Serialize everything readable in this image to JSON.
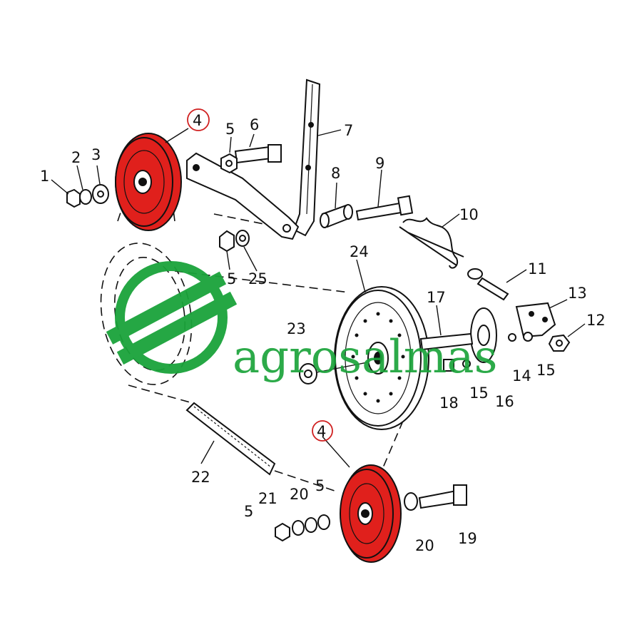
{
  "colors": {
    "highlight": "#e0201c",
    "ink": "#111111",
    "watermark": "#1aa33a",
    "marker_ring": "#d02020"
  },
  "watermark": {
    "text": "agrosalmas"
  },
  "part_labels": {
    "p1": "1",
    "p2": "2",
    "p3": "3",
    "p4a": "4",
    "p4b": "4",
    "p5a": "5",
    "p5b": "5",
    "p5c": "5",
    "p5d": "5",
    "p6": "6",
    "p7": "7",
    "p8": "8",
    "p9": "9",
    "p10": "10",
    "p11": "11",
    "p12": "12",
    "p13": "13",
    "p14": "14",
    "p15a": "15",
    "p15b": "15",
    "p16": "16",
    "p17": "17",
    "p18": "18",
    "p19": "19",
    "p20a": "20",
    "p20b": "20",
    "p21": "21",
    "p22": "22",
    "p23": "23",
    "p24": "24",
    "p25": "25"
  }
}
